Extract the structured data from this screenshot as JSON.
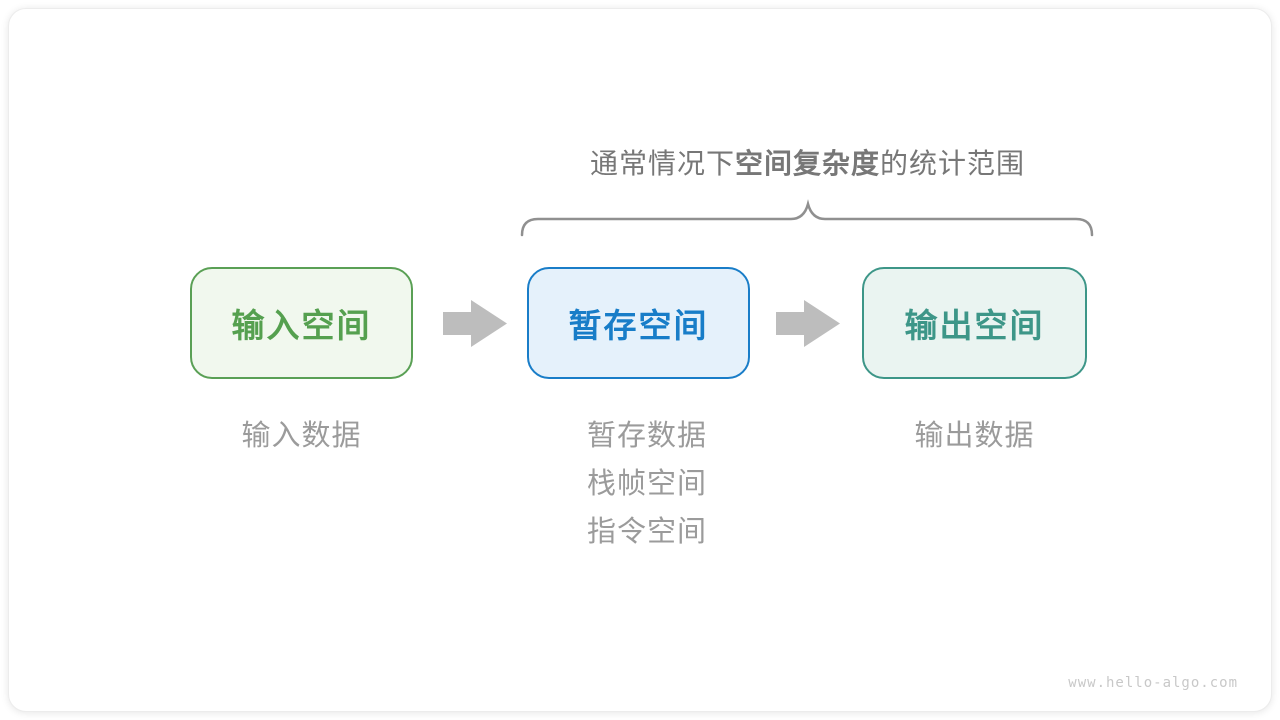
{
  "title": {
    "prefix": "通常情况下",
    "bold": "空间复杂度",
    "suffix": "的统计范围"
  },
  "nodes": [
    {
      "label": "输入空间",
      "border_color": "#5aa055",
      "fill_color": "#f1f8ee",
      "text_color": "#55a04f"
    },
    {
      "label": "暂存空间",
      "border_color": "#197dc8",
      "fill_color": "#e5f1fb",
      "text_color": "#187dc8"
    },
    {
      "label": "输出空间",
      "border_color": "#3d9688",
      "fill_color": "#eaf4f1",
      "text_color": "#3d9688"
    }
  ],
  "annotations": {
    "input": "输入数据",
    "temp": [
      "暂存数据",
      "栈帧空间",
      "指令空间"
    ],
    "output": "输出数据"
  },
  "colors": {
    "arrow": "#bdbdbd",
    "brace": "#909090",
    "title_text": "#777777",
    "annotation_text": "#9b9b9b",
    "watermark_text": "#c8c8c8"
  },
  "watermark": "www.hello-algo.com"
}
